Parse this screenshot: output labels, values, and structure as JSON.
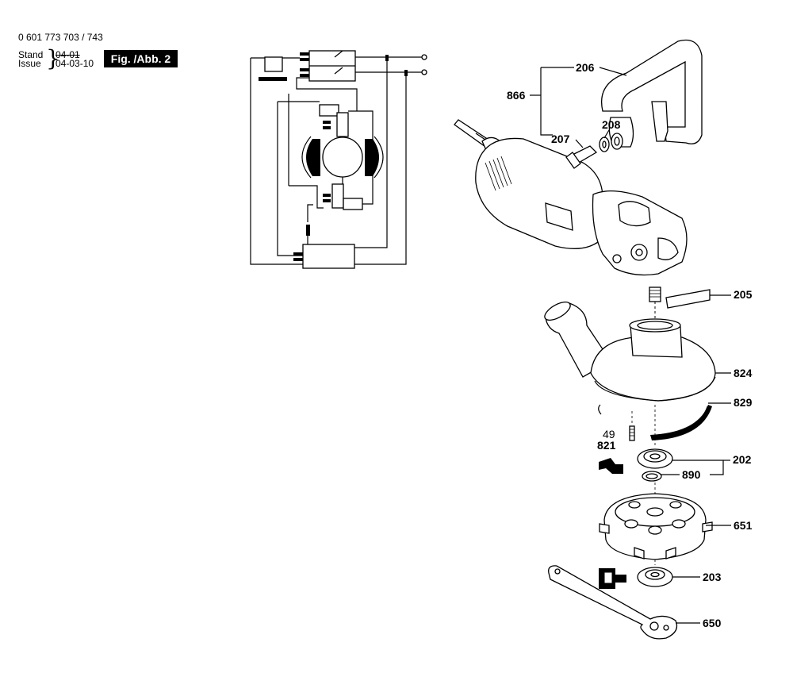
{
  "header": {
    "doc_number": "0 601 773 703 / 743",
    "stand_label": "Stand",
    "issue_label": "Issue",
    "date_old": "04-01",
    "date_new": "04-03-10",
    "figure_badge": "Fig. /Abb. 2"
  },
  "callouts": {
    "p206": "206",
    "p866": "866",
    "p208": "208",
    "p207": "207",
    "p205": "205",
    "p824": "824",
    "p829": "829",
    "p49": "49",
    "p821": "821",
    "p202": "202",
    "p890": "890",
    "p651": "651",
    "p203": "203",
    "p650": "650"
  }
}
